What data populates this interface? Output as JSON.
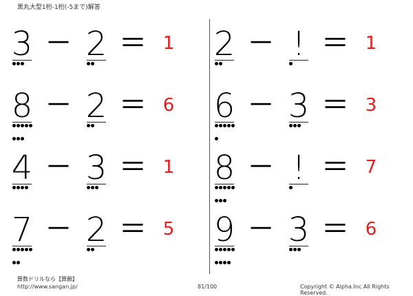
{
  "header": {
    "title": "黒丸大型1桁-1桁(-5まで)解答"
  },
  "problems": [
    {
      "a": "3",
      "minus": "－",
      "b": "2",
      "equals": "＝",
      "answer": "1",
      "dots_a": 3,
      "dots_b": 2
    },
    {
      "a": "8",
      "minus": "－",
      "b": "2",
      "equals": "＝",
      "answer": "6",
      "dots_a": 8,
      "dots_b": 2
    },
    {
      "a": "4",
      "minus": "－",
      "b": "3",
      "equals": "＝",
      "answer": "1",
      "dots_a": 4,
      "dots_b": 3
    },
    {
      "a": "7",
      "minus": "－",
      "b": "2",
      "equals": "＝",
      "answer": "5",
      "dots_a": 7,
      "dots_b": 2
    },
    {
      "a": "2",
      "minus": "－",
      "b": "!",
      "equals": "＝",
      "answer": "1",
      "dots_a": 2,
      "dots_b": 1
    },
    {
      "a": "6",
      "minus": "－",
      "b": "3",
      "equals": "＝",
      "answer": "3",
      "dots_a": 6,
      "dots_b": 3
    },
    {
      "a": "8",
      "minus": "－",
      "b": "!",
      "equals": "＝",
      "answer": "7",
      "dots_a": 8,
      "dots_b": 1
    },
    {
      "a": "9",
      "minus": "－",
      "b": "3",
      "equals": "＝",
      "answer": "6",
      "dots_a": 9,
      "dots_b": 3
    }
  ],
  "footer": {
    "site_name": "算数ドリルなら【算願】",
    "url": "http://www.sangan.jp/",
    "page": "81/100",
    "copyright": "Copyright © Alpha.Inc All Rights Reserved."
  },
  "colors": {
    "answer": "#e02020",
    "text": "#000000"
  }
}
